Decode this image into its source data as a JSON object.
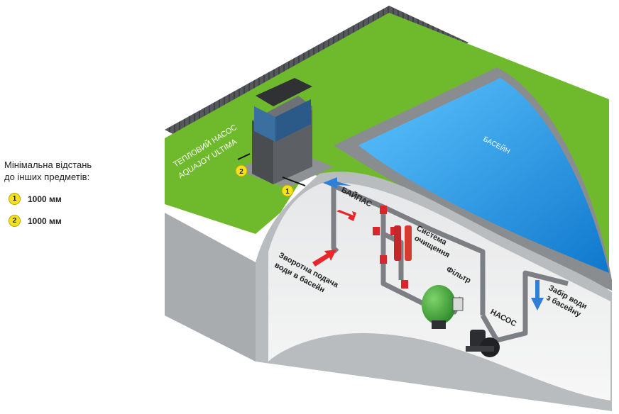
{
  "legend": {
    "title_line1": "Мінімальна відстань",
    "title_line2": "до інших предметів:",
    "items": [
      {
        "number": "1",
        "value": "1000 мм"
      },
      {
        "number": "2",
        "value": "1000 мм"
      }
    ]
  },
  "labels": {
    "heat_pump_line1": "ТЕПЛОВИЙ НАСОС",
    "heat_pump_line2": "AQUAJOY ULTIMA",
    "pool": "БАСЕЙН",
    "bypass": "БАЙПАС",
    "cleaning_line1": "Система",
    "cleaning_line2": "очищення",
    "filter": "Фільтр",
    "pump": "НАСОС",
    "return_line1": "Зворотна подача",
    "return_line2": "води в басейн",
    "intake_line1": "Забір води",
    "intake_line2": "з басейну",
    "marker_1": "1",
    "marker_2": "2"
  },
  "colors": {
    "grass": "#6fba2c",
    "wall": "#55585c",
    "pool_water": "#1e90e0",
    "pipe": "#7c7f83",
    "valve": "#d9262b",
    "filter": "#45a83a",
    "marker": "#f4e31c",
    "arrow_red": "#e8262b",
    "arrow_blue": "#2f7fd8"
  }
}
